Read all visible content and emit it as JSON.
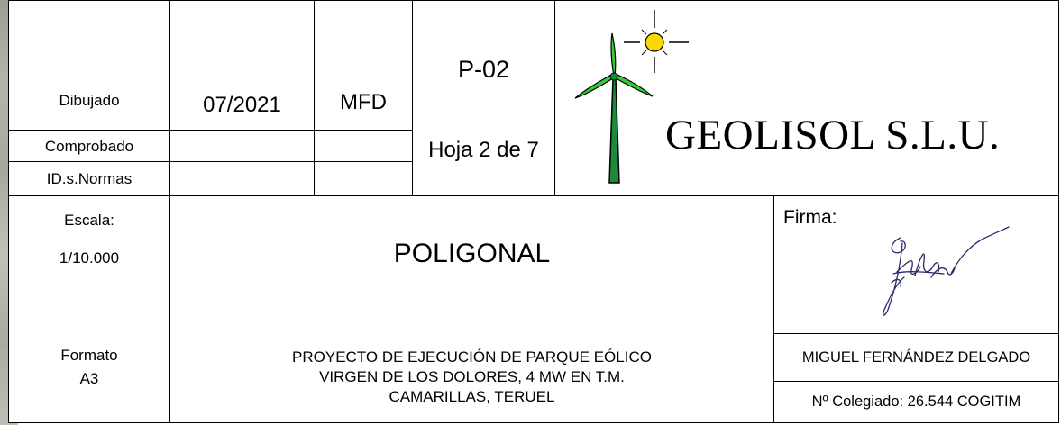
{
  "rows": {
    "dibujado": {
      "label": "Dibujado",
      "date": "07/2021",
      "initials": "MFD"
    },
    "comprobado": {
      "label": "Comprobado"
    },
    "normas": {
      "label": "ID.s.Normas"
    }
  },
  "plan": {
    "code": "P-02",
    "sheet": "Hoja 2 de 7"
  },
  "company": {
    "name": "GEOLISOL S.L.U.",
    "logo_icon": "wind-turbine-sun-icon",
    "sun_color": "#ffd700",
    "blade_color": "#33cc33",
    "tower_color": "#1b8a3a"
  },
  "scale": {
    "label": "Escala:",
    "value": "1/10.000"
  },
  "drawing_title": "POLIGONAL",
  "signature": {
    "label": "Firma:",
    "icon": "handwritten-signature"
  },
  "format": {
    "label": "Formato",
    "value": "A3"
  },
  "project": {
    "line1": "PROYECTO DE EJECUCIÓN DE PARQUE EÓLICO",
    "line2": "VIRGEN DE LOS DOLORES, 4 MW EN T.M.",
    "line3": "CAMARILLAS, TERUEL"
  },
  "engineer": {
    "name": "MIGUEL FERNÁNDEZ DELGADO",
    "license": "Nº Colegiado: 26.544 COGITIM"
  }
}
